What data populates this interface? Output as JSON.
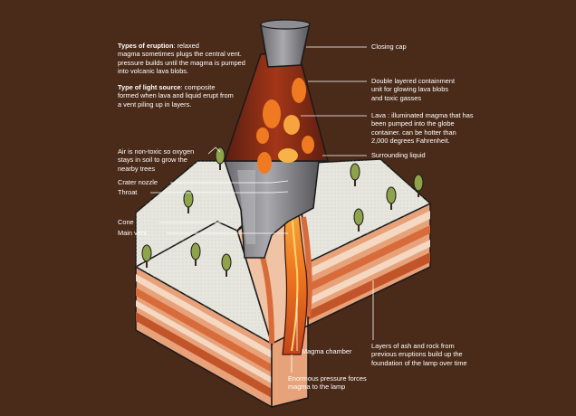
{
  "colors": {
    "background": "#4a2a18",
    "ground_top": "#e6e6de",
    "lava": "#f07a22",
    "lava_glow": "#f7b347",
    "glass": "#6e6e72",
    "label_text": "#ffffff",
    "leader_line": "#ffffff"
  },
  "labels": {
    "eruption_heading": "Types of eruption",
    "eruption_body": ": relaxed\nmagma sometimes plugs the central vent.\npressure builds until the magma is pumped\ninto volcanic lava blobs.",
    "light_heading": "Type of light source",
    "light_body": ": composite\nformed when lava and liquid erupt from\na vent piling up in layers.",
    "air": "Air is non-toxic so oxygen\nstays in soil to grow the\nnearby trees",
    "crater": "Crater nozzle",
    "throat": "Throat",
    "cone": "Cone",
    "main_vent": "Main vent",
    "closing_cap": "Closing cap",
    "containment": "Double layered containment\nunit for glowing lava blobs\nand toxic gasses",
    "lava": "Lava : illuminated magma that has\nbeen pumped into the globe\ncontainer. can be hotter than\n2,000 degrees Fahrenheit.",
    "surrounding": "Surrounding liquid",
    "magma_chamber": "Magma chamber",
    "ash_layers": "Layers of ash and rock from\nprevious eruptions build up the\nfoundation of the lamp over time",
    "pressure": "Enormous pressure forces\nmagma to the lamp"
  }
}
